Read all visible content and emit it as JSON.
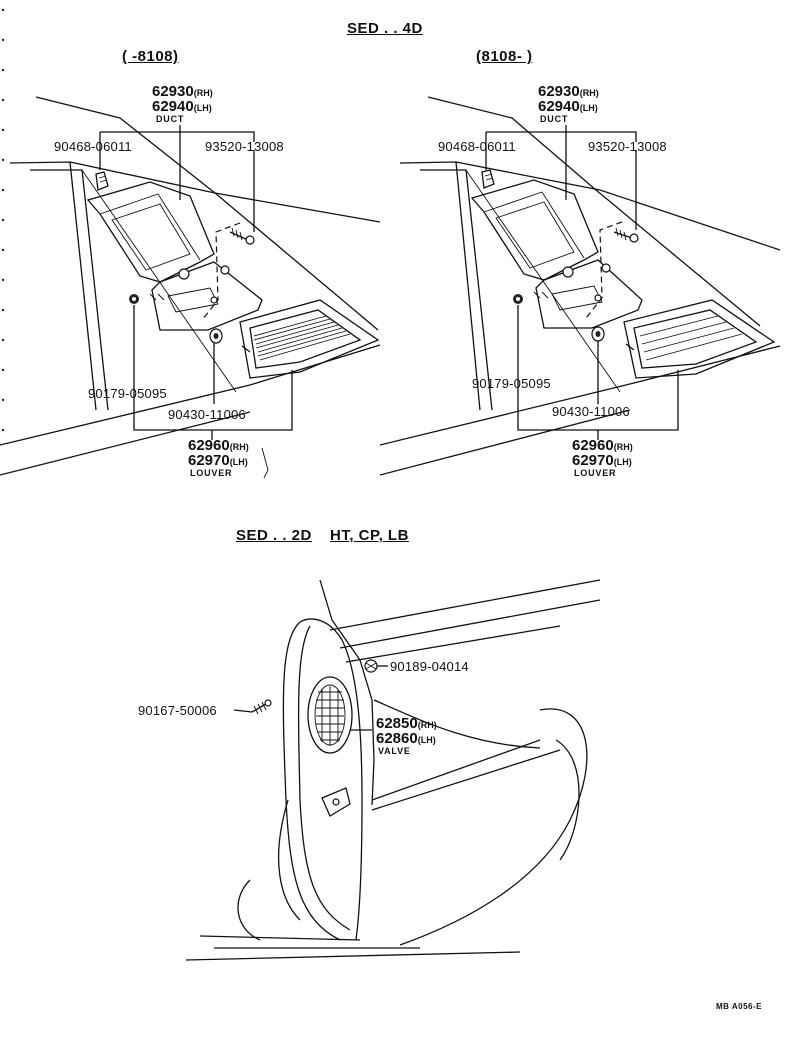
{
  "headings": {
    "sed4d": "SED . . 4D",
    "range_early": "(       -8108)",
    "range_late": "(8108-        )",
    "sed2d": "SED . . 2D",
    "hardtop_group": "HT, CP, LB"
  },
  "parts": {
    "duct_rh_no": "62930",
    "duct_lh_no": "62940",
    "duct_name": "DUCT",
    "clip_a": "90468-06011",
    "screw_a": "93520-13008",
    "clip_b": "90179-05095",
    "nut_a": "90430-11006",
    "louver_rh_no": "62960",
    "louver_lh_no": "62970",
    "louver_name": "LOUVER",
    "nut_b": "90189-04014",
    "screw_b": "90167-50006",
    "valve_rh_no": "62850",
    "valve_lh_no": "62860",
    "valve_name": "VALVE",
    "rh_tag": "(RH)",
    "lh_tag": "(LH)"
  },
  "figure_code": "MB A056-E"
}
